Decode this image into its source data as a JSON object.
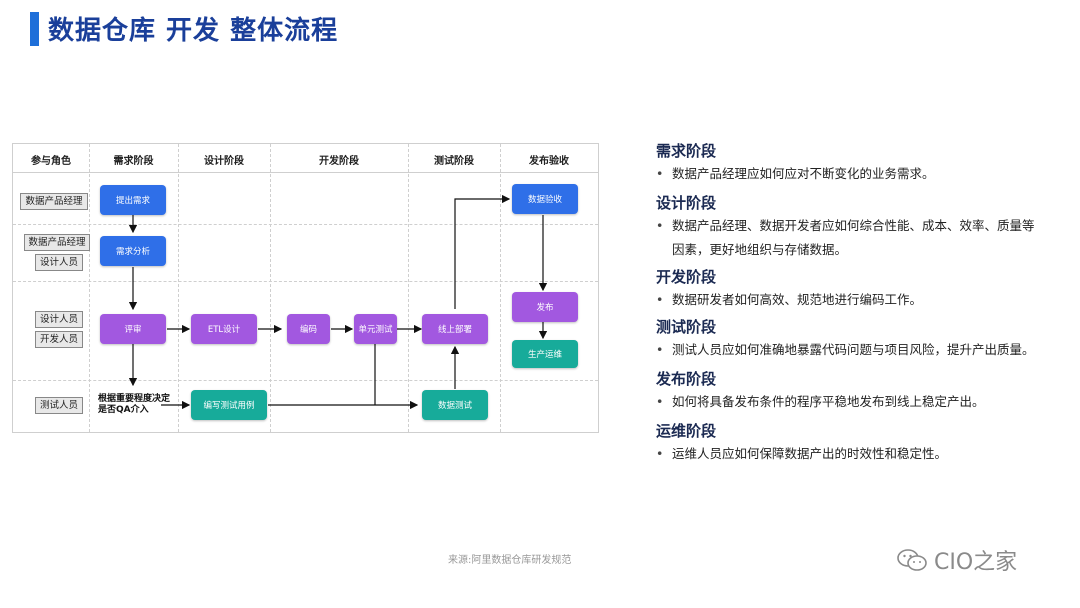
{
  "title": "数据仓库 开发 整体流程",
  "diagram": {
    "headers": [
      "参与角色",
      "需求阶段",
      "设计阶段",
      "开发阶段",
      "测试阶段",
      "发布验收"
    ],
    "roles": {
      "r1": "数据产品经理",
      "r2a": "数据产品经理",
      "r2b": "设计人员",
      "r3a": "设计人员",
      "r3b": "开发人员",
      "r4": "测试人员"
    },
    "boxes": {
      "submit": "提出需求",
      "analysis": "需求分析",
      "review": "评审",
      "etl": "ETL设计",
      "coding": "编码",
      "unit_test": "单元测试",
      "deploy_online": "线上部署",
      "acceptance": "数据验收",
      "release": "发布",
      "ops": "生产运维",
      "testcase": "编写测试用例",
      "data_test": "数据测试"
    },
    "note_line1": "根据重要程度决定",
    "note_line2": "是否QA介入"
  },
  "sections": [
    {
      "title": "需求阶段",
      "text": "数据产品经理应如何应对不断变化的业务需求。"
    },
    {
      "title": "设计阶段",
      "text": "数据产品经理、数据开发者应如何综合性能、成本、效率、质量等",
      "text2": "因素，更好地组织与存储数据。"
    },
    {
      "title": "开发阶段",
      "text": "数据研发者如何高效、规范地进行编码工作。"
    },
    {
      "title": "测试阶段",
      "text": "测试人员应如何准确地暴露代码问题与项目风险，提升产出质量。"
    },
    {
      "title": "发布阶段",
      "text": "如何将具备发布条件的程序平稳地发布到线上稳定产出。"
    },
    {
      "title": "运维阶段",
      "text": "运维人员应如何保障数据产出的时效性和稳定性。"
    }
  ],
  "source": "来源:阿里数据仓库研发规范",
  "watermark": "CIO之家",
  "colors": {
    "title": "#1a3f9a",
    "accent": "#1e6fd9",
    "blue_box": "#2f6fe8",
    "purple_box": "#a258e0",
    "teal_box": "#17ab9a"
  }
}
